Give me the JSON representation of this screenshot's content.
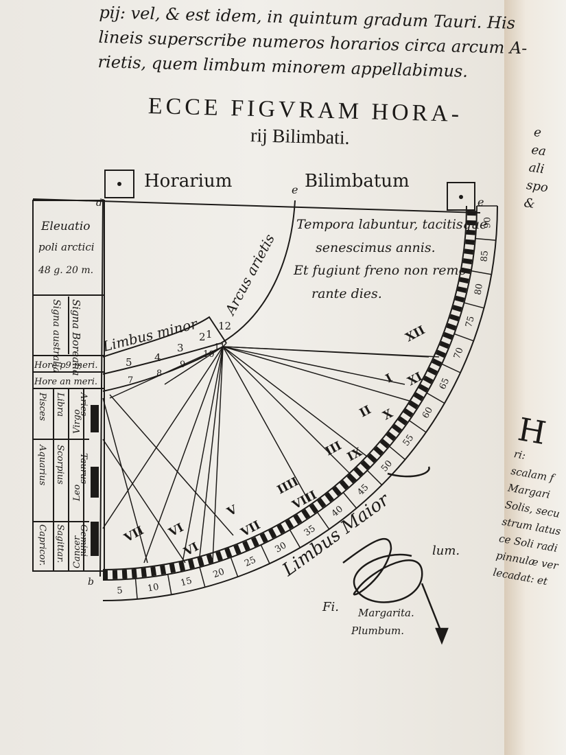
{
  "body_text": {
    "lines": [
      "pij: vel, & est idem, in quintum gradum Tauri. His",
      "lineis superscribe numeros horarios circa arcum A-",
      "rietis, quem limbum minorem appellabimus."
    ]
  },
  "caption": {
    "line1": "ECCE FIGVRAM HORA-",
    "line2": "rij Bilimbati."
  },
  "figure": {
    "title_left": "Horarium",
    "title_right": "Bilimbatum",
    "corner_letter": "e",
    "corner_letter_d": "d",
    "corner_letter_b": "b",
    "elevatio": [
      "Eleuatio",
      "poli arctici",
      "48 g. 20 m."
    ],
    "signa_borealia": "Signa Borealia",
    "signa_australia": "Signa australia",
    "horae_pm": "Hore p9 meri.",
    "horae_am": "Hore an meri.",
    "zodiac": {
      "col1": [
        "Pisces",
        "Aquarius",
        "Capricor."
      ],
      "col2": [
        "Libra",
        "Scorpius",
        "Sagittar."
      ],
      "col3": [
        "Virgo",
        "Leo",
        "Cancer"
      ],
      "col4": [
        "Aries",
        "Taurus",
        "Gemini"
      ]
    },
    "arcus_arietis": "Arcus arietis",
    "limbus_minor": "Limbus minor",
    "limbus_major": "Limbus Maior",
    "minor_numbers_pm": [
      "5",
      "4",
      "3",
      "2",
      "1",
      "12"
    ],
    "minor_numbers_am": [
      "7",
      "8",
      "9",
      "10",
      "11"
    ],
    "motto": [
      "Tempora labuntur, tacitisque",
      "senescimus annis.",
      "Et fugiunt freno non remo-",
      "rante dies."
    ],
    "degree_labels": [
      "5",
      "10",
      "15",
      "20",
      "25",
      "30",
      "35",
      "40",
      "45",
      "50",
      "55",
      "60",
      "65",
      "70",
      "75",
      "80",
      "85",
      "90"
    ],
    "hour_numerals": [
      "VII",
      "VI",
      "VI",
      "V",
      "VII",
      "IIII",
      "VIII",
      "III",
      "IX",
      "II",
      "X",
      "I",
      "XI",
      "XII"
    ],
    "plumb": {
      "fi": "Fi.",
      "filum": "lum.",
      "margarita": "Margarita.",
      "plumbum": "Plumbum."
    }
  },
  "right_page": {
    "top_fragments": [
      "e",
      "ea",
      "ali",
      "spo",
      "&"
    ],
    "initial": "H",
    "lines": [
      "ri:",
      "scalam f",
      "Margari",
      "Solis, secu",
      "strum latus",
      "ce Soli radi",
      "pinnulæ ver",
      "lecadat: et"
    ]
  },
  "colors": {
    "paper": "#ece9e2",
    "ink": "#1c1a18"
  }
}
